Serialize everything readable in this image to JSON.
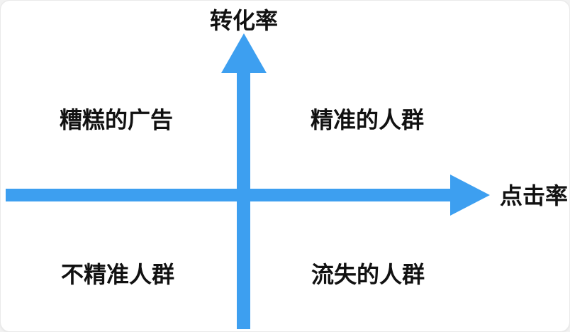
{
  "diagram": {
    "type": "quadrant-diagram",
    "y_axis_label": "转化率",
    "x_axis_label": "点击率",
    "quadrants": {
      "top_left": "糟糕的广告",
      "top_right": "精准的人群",
      "bottom_left": "不精准人群",
      "bottom_right": "流失的人群"
    },
    "colors": {
      "axis_blue": "#3d9ff0",
      "text": "#111111",
      "background": "#ffffff"
    }
  }
}
